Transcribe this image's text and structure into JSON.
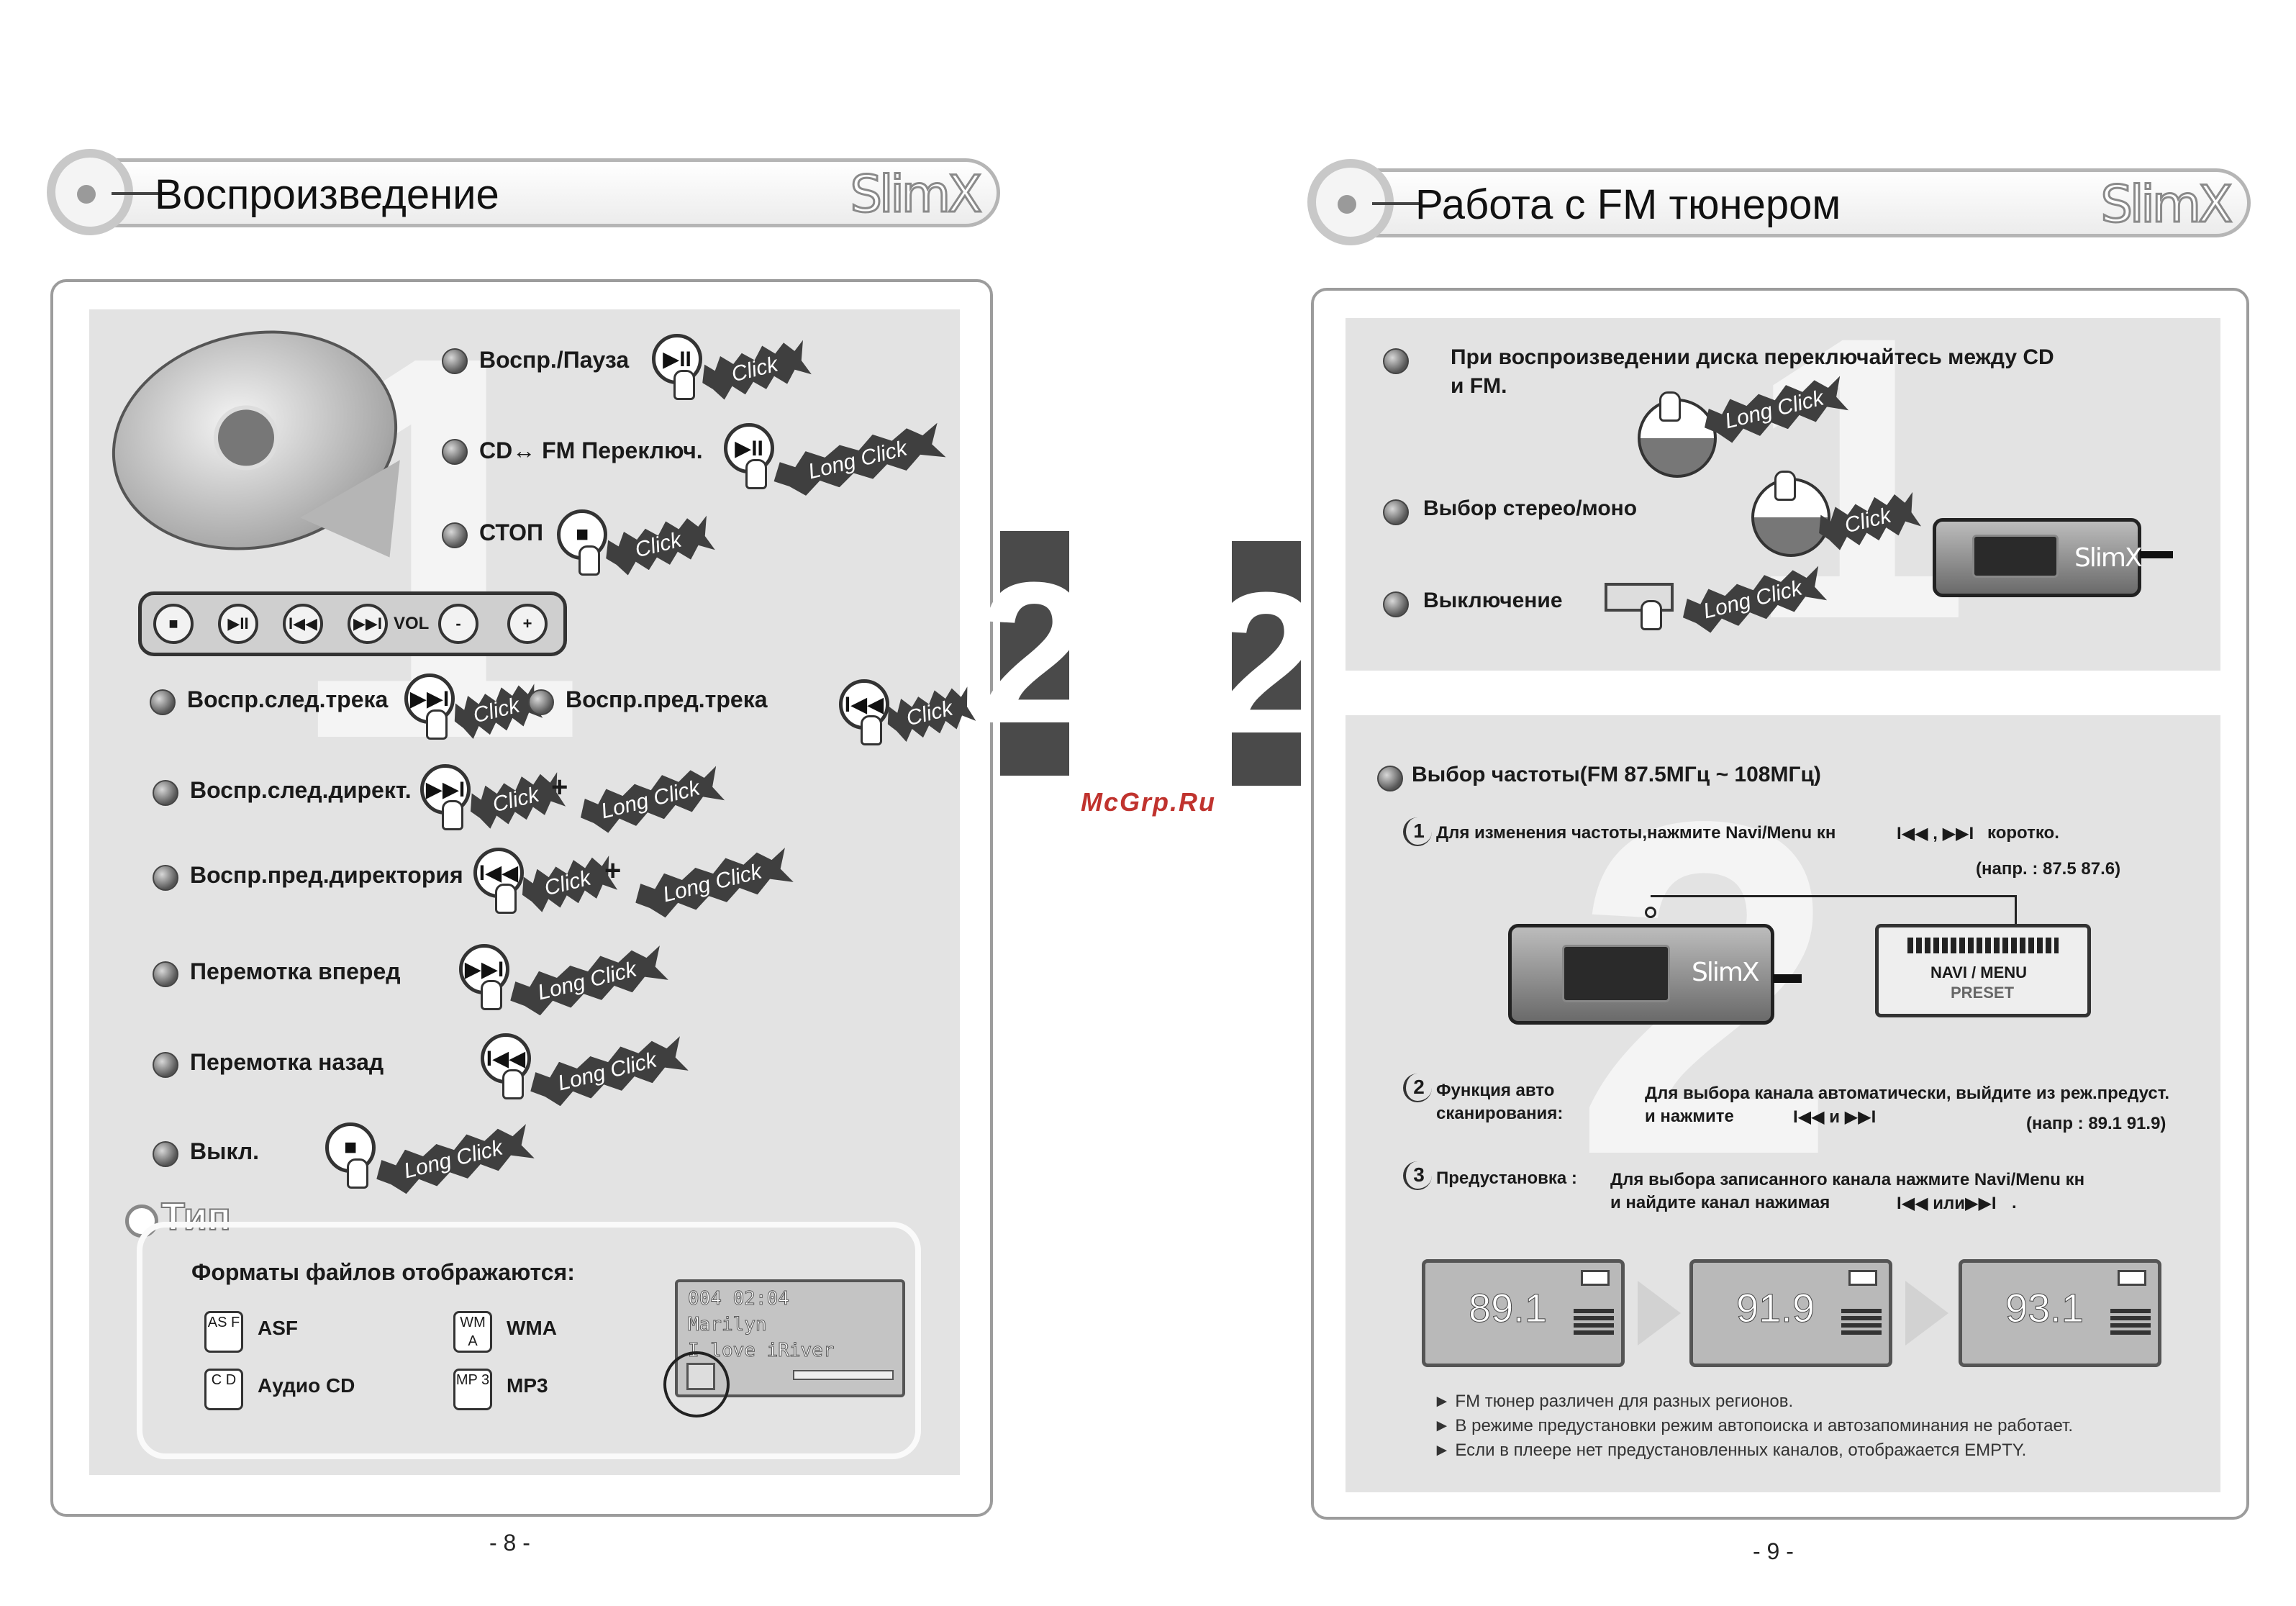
{
  "left": {
    "header_title": "Воспроизведение",
    "brand": "SlimX",
    "big_number": "1",
    "ops": [
      {
        "label": "Воспр./Пауза",
        "btn": "▶II",
        "action": "Click"
      },
      {
        "label": "CD↔ FM Переключ.",
        "btn": "▶II",
        "action": "Long Click"
      },
      {
        "label": "СТОП",
        "btn": "■",
        "action": "Click"
      }
    ],
    "control_bar": {
      "b1": "■",
      "b2": "▶II",
      "b3": "I◀◀",
      "b4": "▶▶I",
      "vol": "VOL",
      "minus": "-",
      "plus": "+"
    },
    "next_track": {
      "label": "Воспр.след.трека",
      "btn": "▶▶I",
      "action": "Click"
    },
    "prev_track": {
      "label": "Воспр.пред.трека",
      "btn": "I◀◀",
      "action": "Click"
    },
    "next_dir": {
      "label": "Воспр.след.директ.",
      "btn": "▶▶I",
      "action": "Click",
      "plus": "+",
      "action2": "Long Click"
    },
    "prev_dir": {
      "label": "Воспр.пред.директория",
      "btn": "I◀◀",
      "action": "Click",
      "plus": "+",
      "action2": "Long Click"
    },
    "ff": {
      "label": "Перемотка вперед",
      "btn": "▶▶I",
      "action": "Long Click"
    },
    "rew": {
      "label": "Перемотка назад",
      "btn": "I◀◀",
      "action": "Long Click"
    },
    "off": {
      "label": "Выкл.",
      "btn": "■",
      "action": "Long Click"
    },
    "tip": {
      "title": "Тип",
      "heading": "Форматы файлов отображаются:",
      "formats": [
        {
          "icon": "AS F",
          "label": "ASF"
        },
        {
          "icon": "WM A",
          "label": "WMA"
        },
        {
          "icon": "C D",
          "label": "Аудио CD"
        },
        {
          "icon": "MP 3",
          "label": "MP3"
        }
      ],
      "lcd": {
        "line1": "004 02:04",
        "line2": "Marilyn",
        "line3": "I love iRiver"
      }
    },
    "page_number": "- 8 -"
  },
  "chapter_left": "2",
  "chapter_right": "2",
  "watermark": "McGrp.Ru",
  "right": {
    "header_title": "Работа с FM тюнером",
    "brand": "SlimX",
    "section1": {
      "big_number": "1",
      "item1": {
        "line1": "При воспроизведении диска переключайтесь между CD",
        "line2": "и FM.",
        "action": "Long Click"
      },
      "item2": {
        "label": "Выбор стерео/моно",
        "action": "Click"
      },
      "item3": {
        "label": "Выключение",
        "action": "Long Click"
      },
      "device_brand": "SlimX"
    },
    "section2": {
      "big_number": "2",
      "title": "Выбор частоты(FM 87.5МГц ~ 108МГц)",
      "step1": {
        "num": "1",
        "text": "Для изменения частоты,нажмите Navi/Menu кн",
        "keys": "I◀◀ ,  ▶▶I",
        "tail": "коротко.",
        "example": "(напр. : 87.5     87.6)"
      },
      "navi_box": {
        "line1": "NAVI / MENU",
        "line2": "PRESET"
      },
      "device_brand": "SlimX",
      "step2": {
        "num": "2",
        "label1": "Функция авто",
        "label2": "сканирования:",
        "text1": "Для выбора канала автоматически, выйдите из реж.предуст.",
        "text2": "и нажмите",
        "keys": "I◀◀   и   ▶▶I",
        "example": "(напр : 89.1     91.9)"
      },
      "step3": {
        "num": "3",
        "label": "Предустановка :",
        "text1": "Для выбора записанного канала нажмите Navi/Menu кн",
        "text2": "и найдите канал нажимая",
        "keys": "I◀◀ или▶▶I",
        "tail": "."
      },
      "freqs": [
        "89.1",
        "91.9",
        "93.1"
      ],
      "notes": [
        "► FM тюнер различен для разных регионов.",
        "► В режиме предустановки режим автопоиска и автозапоминания не работает.",
        "► Если в плеере нет предустановленных каналов, отображается EMPTY."
      ]
    },
    "page_number": "- 9 -"
  }
}
